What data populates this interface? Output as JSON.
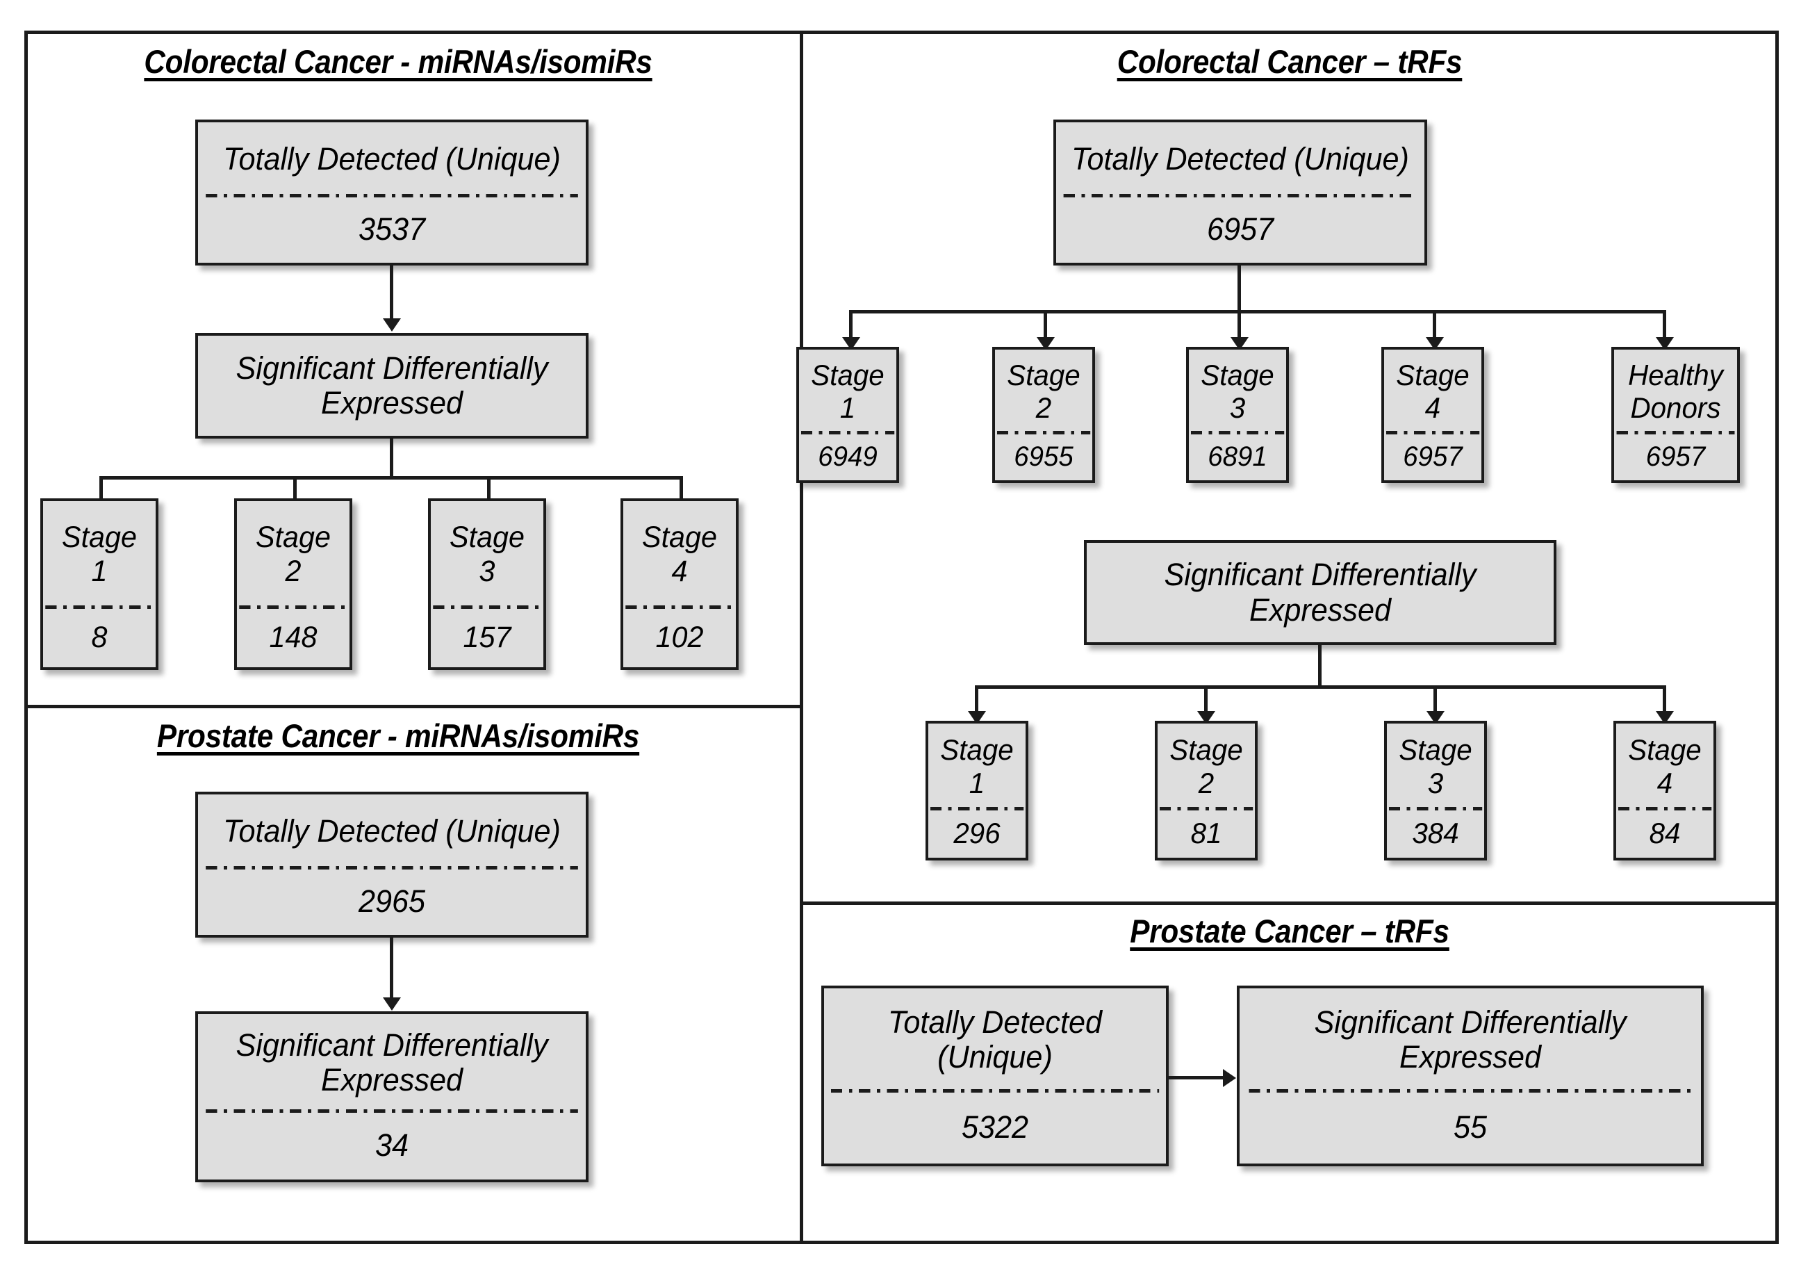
{
  "figure": {
    "panels": [
      {
        "id": "crc-mirna",
        "title": "Colorectal Cancer - miRNAs/isomiRs",
        "nodes": [
          {
            "label": "Totally Detected (Unique)",
            "value": "3537"
          },
          {
            "label": "Significant Differentially Expressed",
            "value": ""
          },
          {
            "label": "Stage 1",
            "value": "8"
          },
          {
            "label": "Stage 2",
            "value": "148"
          },
          {
            "label": "Stage 3",
            "value": "157"
          },
          {
            "label": "Stage 4",
            "value": "102"
          }
        ]
      },
      {
        "id": "pca-mirna",
        "title": "Prostate Cancer - miRNAs/isomiRs",
        "nodes": [
          {
            "label": "Totally Detected (Unique)",
            "value": "2965"
          },
          {
            "label": "Significant Differentially Expressed",
            "value": "34"
          }
        ]
      },
      {
        "id": "crc-trf",
        "title": "Colorectal Cancer – tRFs",
        "nodes": [
          {
            "label": "Totally Detected (Unique)",
            "value": "6957"
          },
          {
            "label": "Stage 1",
            "value": "6949"
          },
          {
            "label": "Stage 2",
            "value": "6955"
          },
          {
            "label": "Stage 3",
            "value": "6891"
          },
          {
            "label": "Stage 4",
            "value": "6957"
          },
          {
            "label": "Healthy Donors",
            "value": "6957"
          },
          {
            "label": "Significant Differentially Expressed",
            "value": ""
          },
          {
            "label": "Stage 1",
            "value": "296"
          },
          {
            "label": "Stage 2",
            "value": "81"
          },
          {
            "label": "Stage 3",
            "value": "384"
          },
          {
            "label": "Stage 4",
            "value": "84"
          }
        ]
      },
      {
        "id": "pca-trf",
        "title": "Prostate Cancer – tRFs",
        "nodes": [
          {
            "label": "Totally Detected (Unique)",
            "value": "5322"
          },
          {
            "label": "Significant Differentially Expressed",
            "value": "55"
          }
        ]
      }
    ]
  },
  "chart_data": {
    "type": "table",
    "title": "Detected and significantly differentially expressed small non-coding RNAs per cancer type",
    "series": [
      {
        "name": "Colorectal Cancer - miRNAs/isomiRs",
        "totally_detected_unique": 3537,
        "significant_differentially_expressed": {
          "Stage 1": 8,
          "Stage 2": 148,
          "Stage 3": 157,
          "Stage 4": 102
        }
      },
      {
        "name": "Prostate Cancer - miRNAs/isomiRs",
        "totally_detected_unique": 2965,
        "significant_differentially_expressed": 34
      },
      {
        "name": "Colorectal Cancer – tRFs",
        "totally_detected_unique": 6957,
        "detected_per_group": {
          "Stage 1": 6949,
          "Stage 2": 6955,
          "Stage 3": 6891,
          "Stage 4": 6957,
          "Healthy Donors": 6957
        },
        "significant_differentially_expressed": {
          "Stage 1": 296,
          "Stage 2": 81,
          "Stage 3": 384,
          "Stage 4": 84
        }
      },
      {
        "name": "Prostate Cancer – tRFs",
        "totally_detected_unique": 5322,
        "significant_differentially_expressed": 55
      }
    ]
  },
  "style": {
    "box_fill": "#dedede",
    "line_color": "#1b1b1b",
    "background": "#ffffff"
  }
}
